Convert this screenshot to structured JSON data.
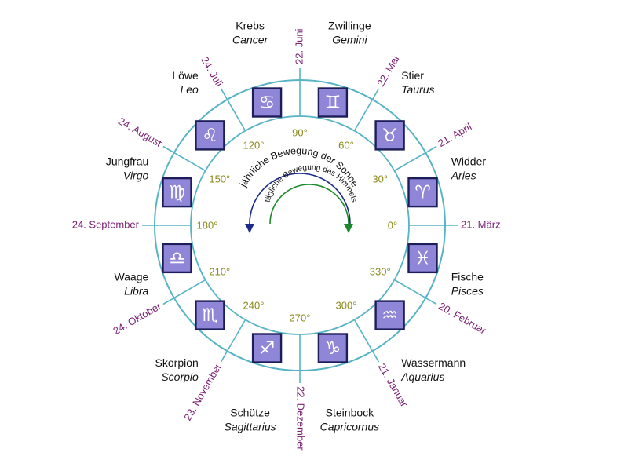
{
  "signs": [
    {
      "de": "Widder",
      "la": "Aries",
      "glyph": "♈",
      "deg": "0°",
      "date": "21. März"
    },
    {
      "de": "Stier",
      "la": "Taurus",
      "glyph": "♉",
      "deg": "30°",
      "date": "21. April"
    },
    {
      "de": "Zwillinge",
      "la": "Gemini",
      "glyph": "♊",
      "deg": "60°",
      "date": "22. Mai"
    },
    {
      "de": "Krebs",
      "la": "Cancer",
      "glyph": "♋",
      "deg": "90°",
      "date": "22. Juni"
    },
    {
      "de": "Löwe",
      "la": "Leo",
      "glyph": "♌",
      "deg": "120°",
      "date": "24. Juli"
    },
    {
      "de": "Jungfrau",
      "la": "Virgo",
      "glyph": "♍",
      "deg": "150°",
      "date": "24. August"
    },
    {
      "de": "Waage",
      "la": "Libra",
      "glyph": "♎",
      "deg": "180°",
      "date": "24. September"
    },
    {
      "de": "Skorpion",
      "la": "Scorpio",
      "glyph": "♏",
      "deg": "210°",
      "date": "24. Oktober"
    },
    {
      "de": "Schütze",
      "la": "Sagittarius",
      "glyph": "♐",
      "deg": "240°",
      "date": "23. November"
    },
    {
      "de": "Steinbock",
      "la": "Capricornus",
      "glyph": "♑",
      "deg": "270°",
      "date": "22. Dezember"
    },
    {
      "de": "Wassermann",
      "la": "Aquarius",
      "glyph": "♒",
      "deg": "300°",
      "date": "21. Januar"
    },
    {
      "de": "Fische",
      "la": "Pisces",
      "glyph": "♓",
      "deg": "330°",
      "date": "20. Februar"
    }
  ],
  "motion": {
    "yearly": "jährliche Bewegung der Sonne",
    "daily": "tägliche Bewegung des Himmels"
  },
  "colors": {
    "ring": "#57b4c4",
    "symbol_fill": "#8f86d8",
    "symbol_border": "#1d1d5a",
    "degree_text": "#8a8a1e",
    "date_text": "#7a2072",
    "yearly_arrow": "#1c2a8a",
    "daily_arrow": "#1b8a2a"
  }
}
